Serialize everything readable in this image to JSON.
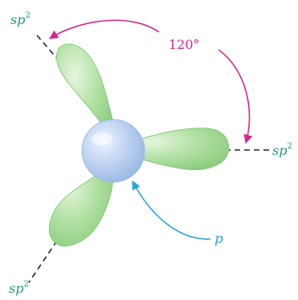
{
  "labels": {
    "sp2_top_left": {
      "base": "sp",
      "sup": "2"
    },
    "sp2_right": {
      "base": "sp",
      "sup": "2"
    },
    "sp2_bottom_left": {
      "base": "sp",
      "sup": "2"
    },
    "angle": "120°",
    "p_orbital": "p"
  },
  "colors": {
    "sp2_label": "#1f9a73",
    "angle": "#d6268a",
    "p_label": "#2aa6d6",
    "lobe_fill": "#a9dd9a",
    "lobe_edge": "#86c97a",
    "p_orbital": "#b7cdef",
    "axis": "#222222"
  }
}
